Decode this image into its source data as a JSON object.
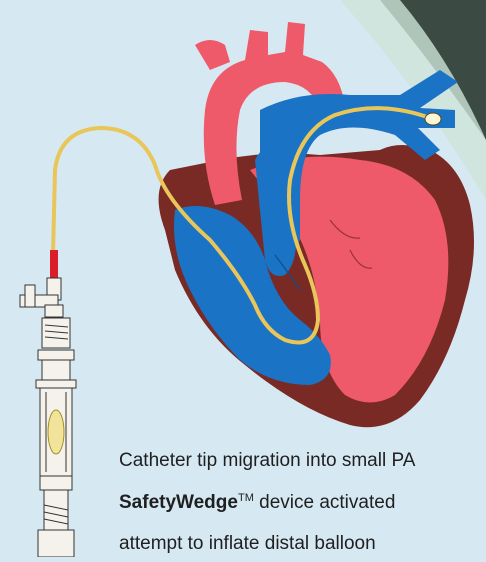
{
  "caption": {
    "line1": "Catheter tip migration into small PA",
    "brand": "SafetyWedge",
    "trademark": "TM",
    "line2_rest": " device activated",
    "line3": "attempt to inflate distal balloon"
  },
  "colors": {
    "background": "#d6e9f3",
    "artery_red": "#ee5a6a",
    "heart_wall": "#7a2a25",
    "vein_blue": "#1a73c4",
    "catheter_yellow": "#e8c65a",
    "catheter_red_segment": "#d81f2a",
    "device_gray": "#f4f2ea"
  },
  "icons": [
    "heart-illustration",
    "catheter-line",
    "syringe-device",
    "balloon-tip"
  ]
}
